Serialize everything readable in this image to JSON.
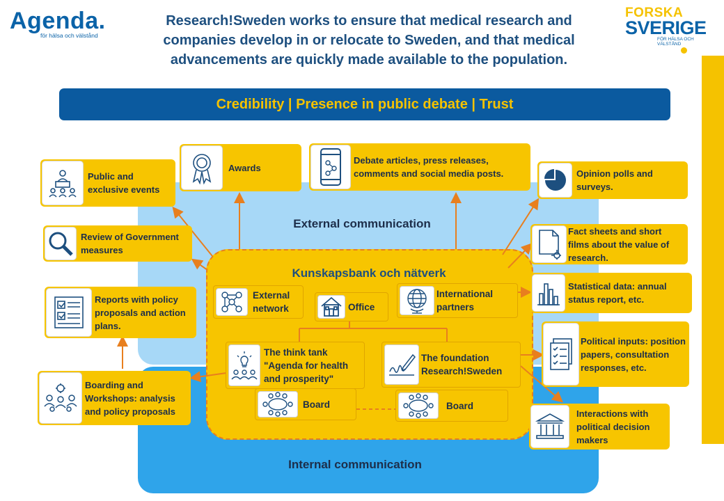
{
  "header": {
    "agenda_logo": "Agenda.",
    "agenda_tagline": "för hälsa och välstånd",
    "headline": "Research!Sweden works to ensure that medical research and companies develop in or relocate to Sweden, and that medical advancements are quickly made available to the population.",
    "fs_logo_line1": "FORSKA",
    "fs_logo_line2": "SVERIGE",
    "fs_logo_tagline": "FÖR HÄLSA OCH VÄLSTÅND"
  },
  "banner": "Credibility | Presence in public debate | Trust",
  "zones": {
    "external": "External communication",
    "internal": "Internal communication"
  },
  "knowledge_bank": {
    "title": "Kunskapsbank och nätverk",
    "external_network": "External network",
    "office": "Office",
    "international_partners": "International partners",
    "think_tank": "The think tank \"Agenda for health and prosperity\"",
    "foundation": "The foundation Research!Sweden",
    "board_left": "Board",
    "board_right": "Board"
  },
  "outputs": {
    "public_events": "Public and exclusive events",
    "awards": "Awards",
    "debate_articles": "Debate articles, press releases, comments and social media posts.",
    "opinion_polls": "Opinion polls and surveys.",
    "review_government": "Review of Government measures",
    "fact_sheets": "Fact sheets and short films about the value of research.",
    "reports": "Reports with policy proposals and action plans.",
    "statistical_data": "Statistical data: annual status report, etc.",
    "political_inputs": "Political inputs: position papers, consultation responses, etc.",
    "workshops": "Boarding and Workshops: analysis and policy proposals",
    "interactions": "Interactions with political decision makers"
  },
  "colors": {
    "yellow": "#f7c500",
    "blue_dark": "#0b5a9f",
    "blue_light": "#a7d8f7",
    "blue_mid": "#2fa4ea",
    "arrow_orange": "#e87f1e"
  }
}
